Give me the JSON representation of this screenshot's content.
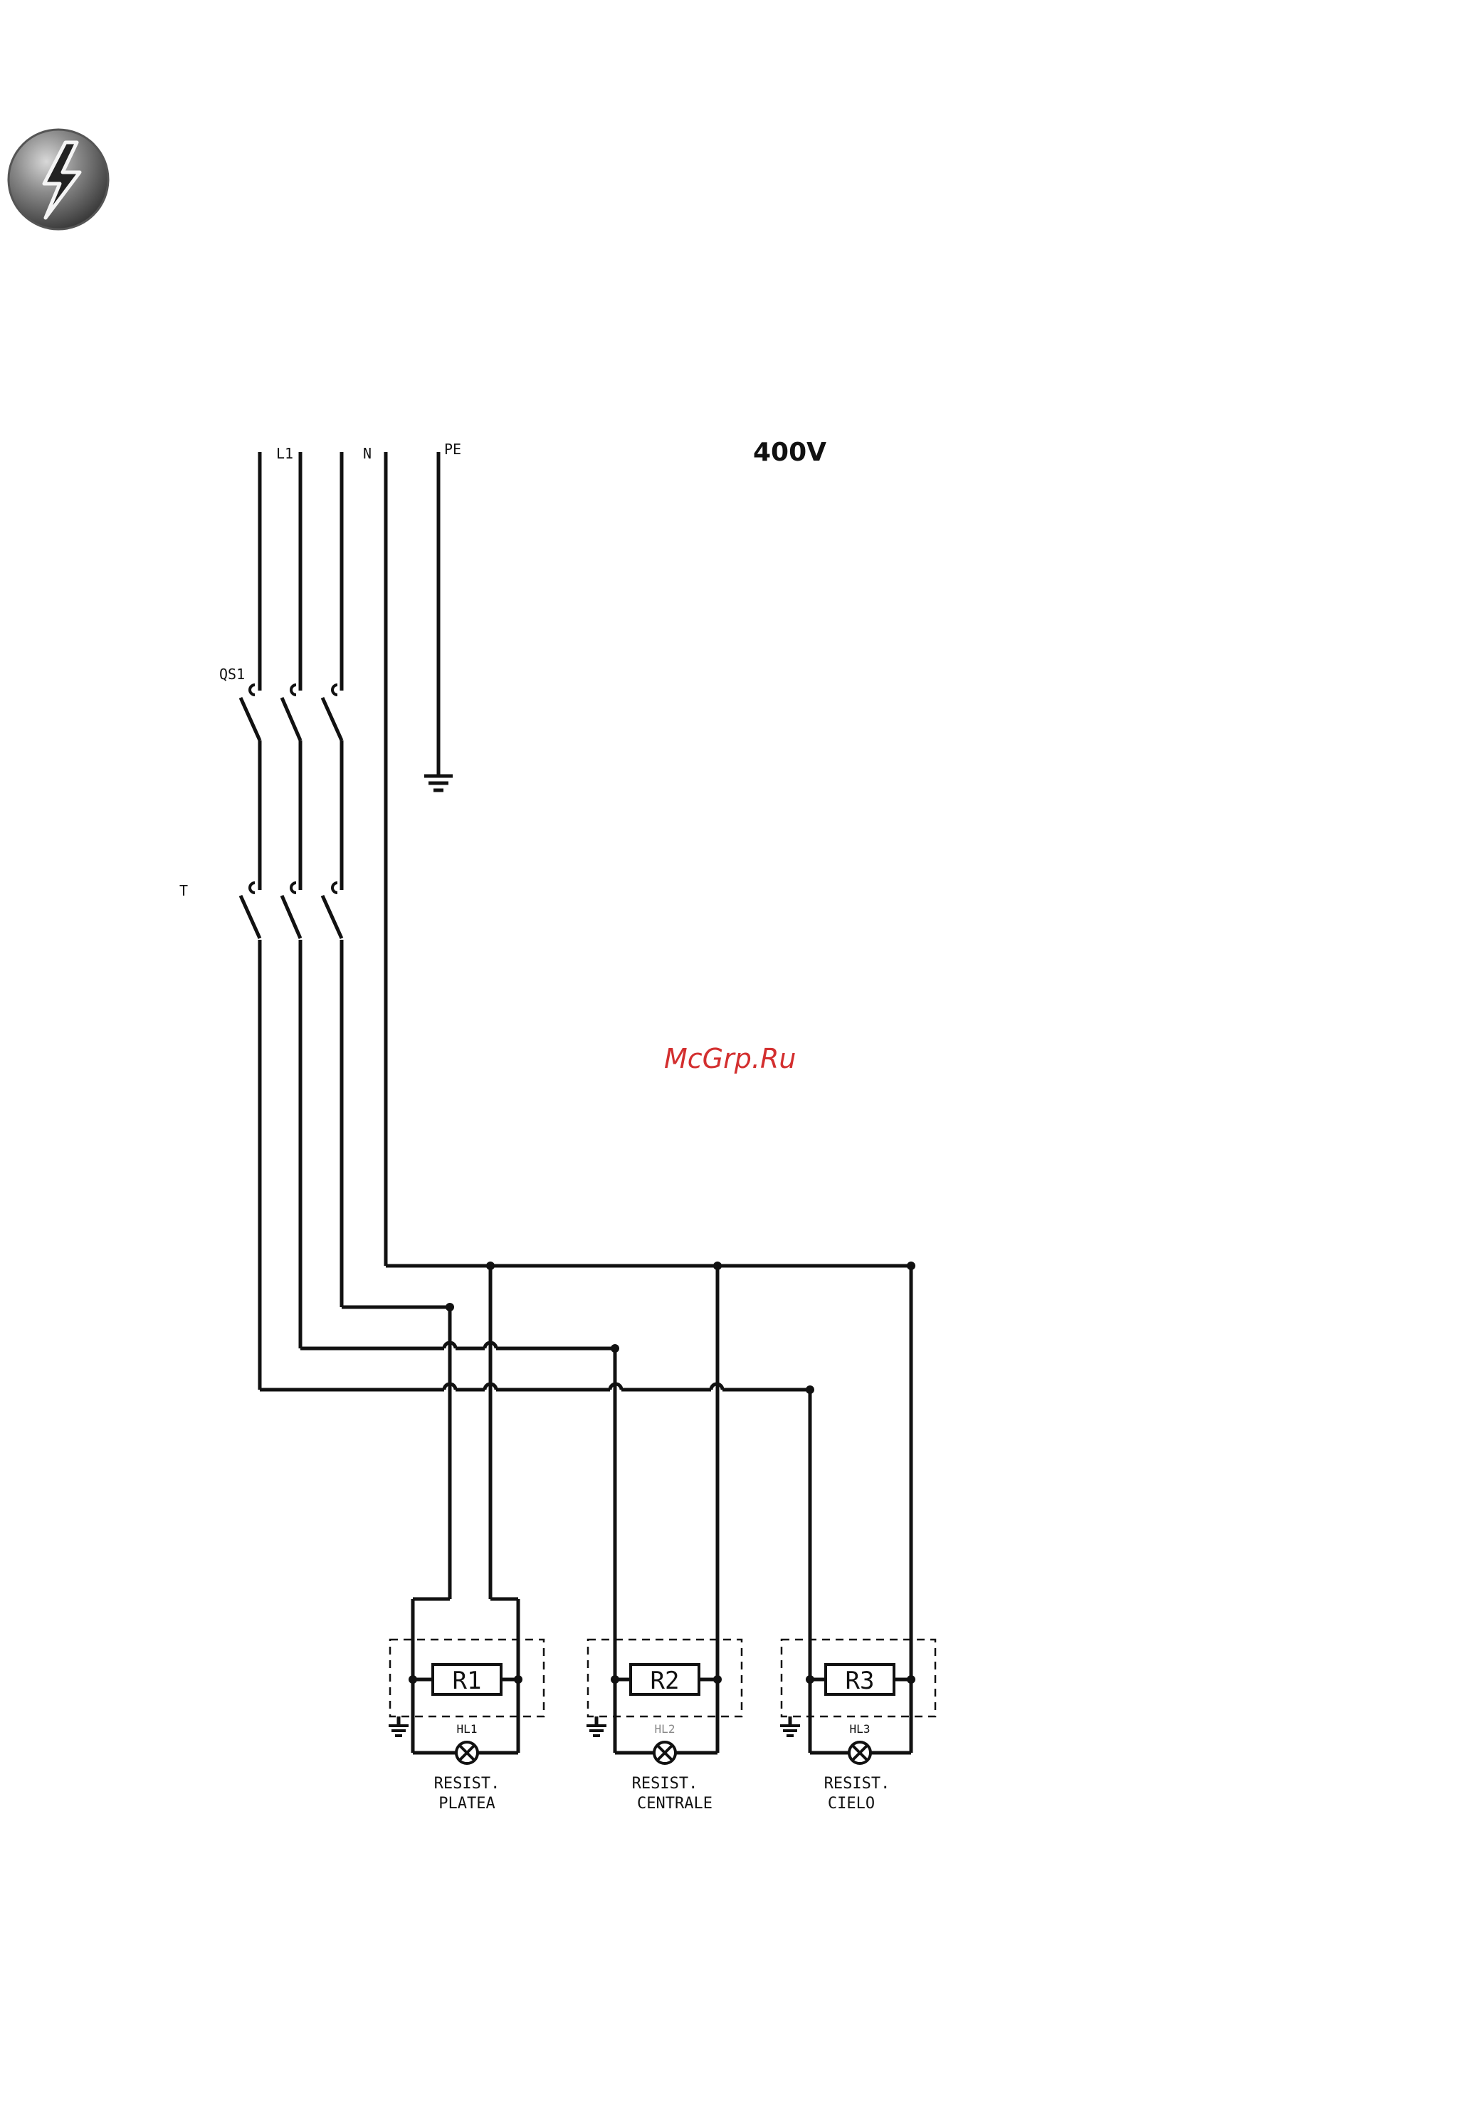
{
  "page_icon": {
    "name": "lightning-bolt-icon"
  },
  "voltage_label": "400V",
  "watermark": "McGrp.Ru",
  "conductors": {
    "l1": "L1",
    "n": "N",
    "pe": "PE"
  },
  "switch_labels": {
    "main_switch": "QS1",
    "thermostat": "T"
  },
  "elements": [
    {
      "resistor": "R1",
      "lamp": "HL1",
      "caption_line1": "RESIST.",
      "caption_line2": "PLATEA"
    },
    {
      "resistor": "R2",
      "lamp": "HL2",
      "caption_line1": "RESIST.",
      "caption_line2": "CENTRALE"
    },
    {
      "resistor": "R3",
      "lamp": "HL3",
      "caption_line1": "RESIST.",
      "caption_line2": "CIELO"
    }
  ]
}
